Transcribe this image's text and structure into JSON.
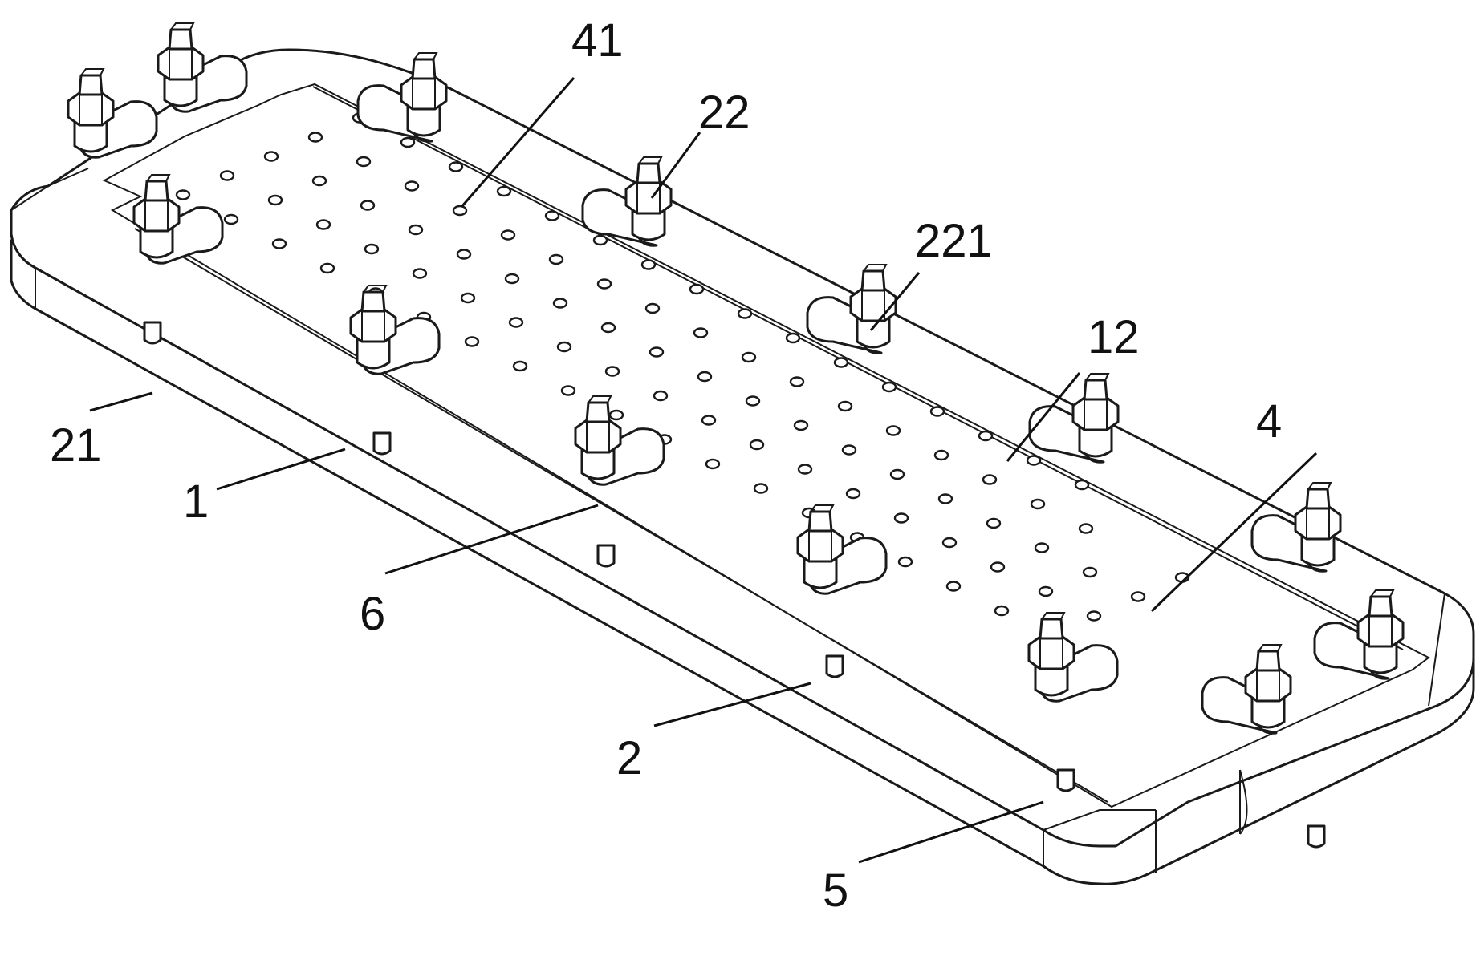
{
  "figure": {
    "labels": [
      {
        "id": "41",
        "text": "41"
      },
      {
        "id": "22",
        "text": "22"
      },
      {
        "id": "221",
        "text": "221"
      },
      {
        "id": "12",
        "text": "12"
      },
      {
        "id": "4",
        "text": "4"
      },
      {
        "id": "21",
        "text": "21"
      },
      {
        "id": "1",
        "text": "1"
      },
      {
        "id": "6",
        "text": "6"
      },
      {
        "id": "2",
        "text": "2"
      },
      {
        "id": "5",
        "text": "5"
      }
    ]
  },
  "colors": {
    "ink": "#1a1a1a",
    "paper": "#ffffff"
  }
}
